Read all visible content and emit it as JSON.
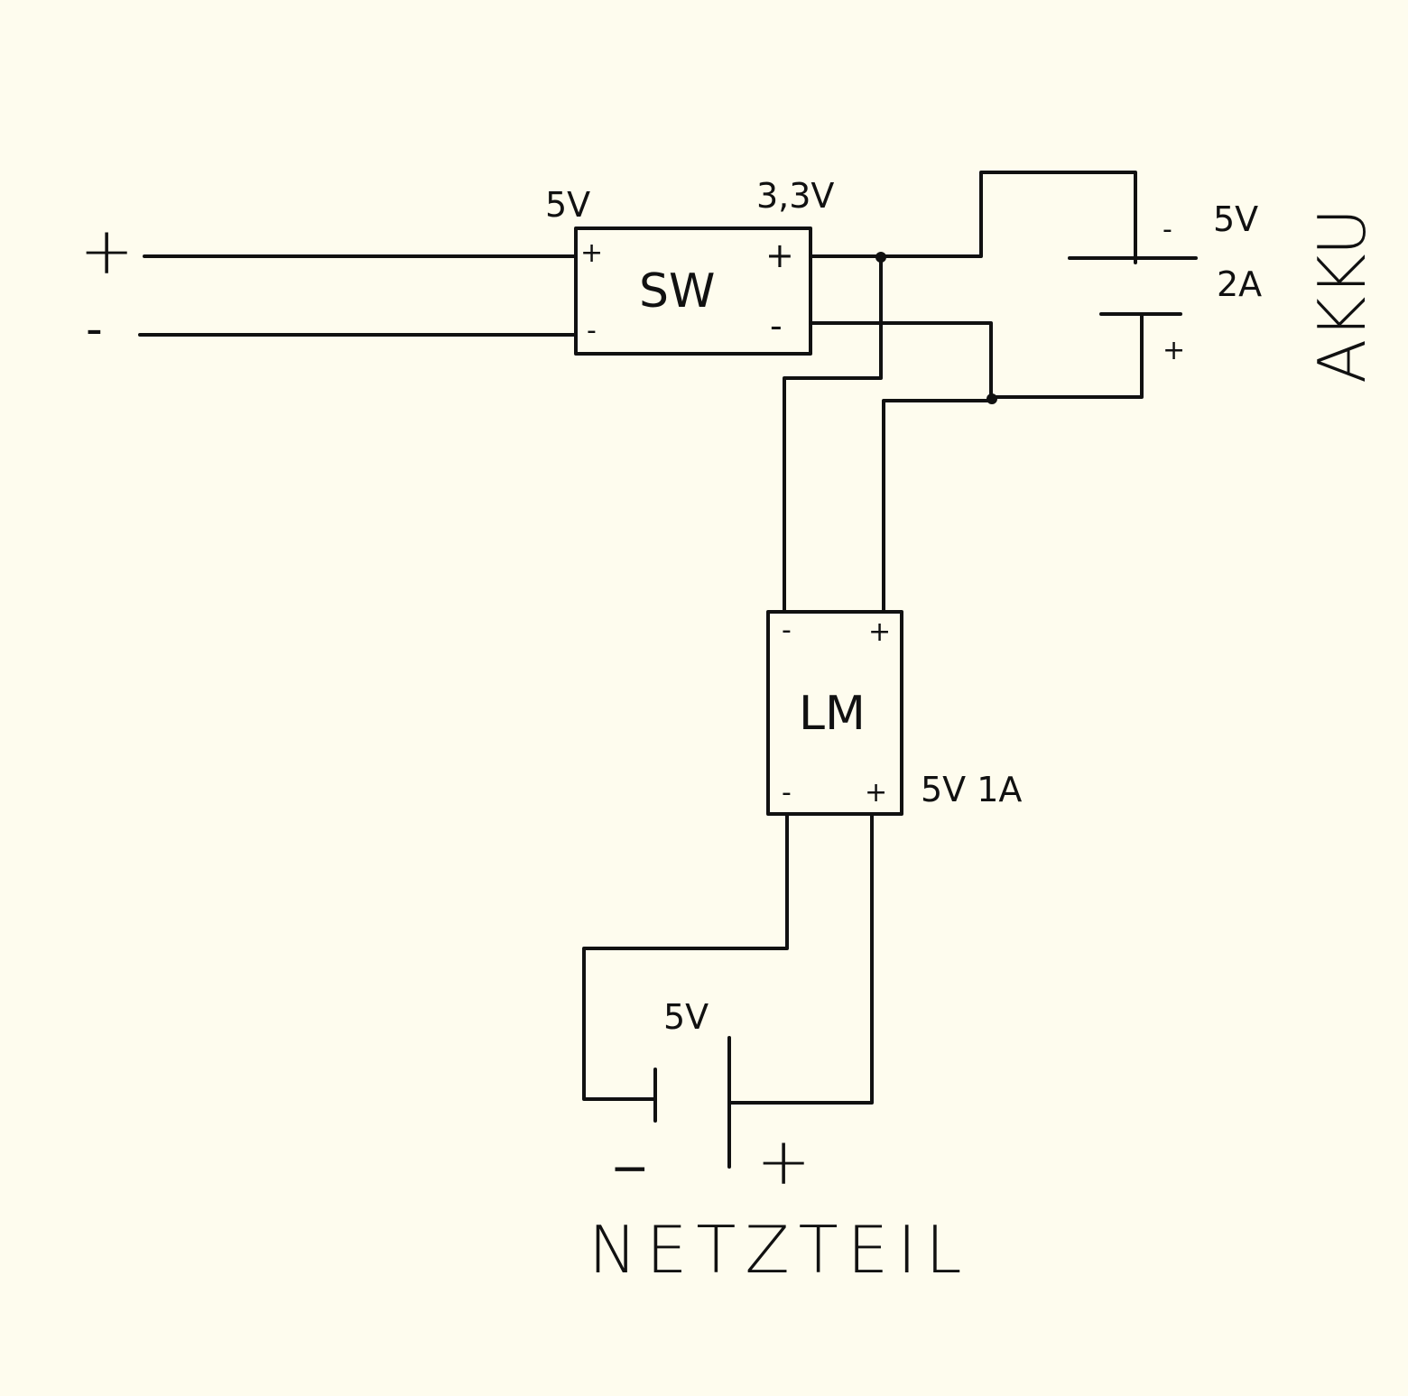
{
  "colors": {
    "background": "#fefcee",
    "ink": "#111111"
  },
  "input": {
    "plus": "+",
    "minus": "-"
  },
  "sw": {
    "name": "SW",
    "in_voltage": "5V",
    "out_voltage": "3,3V",
    "in_plus": "+",
    "in_minus": "-",
    "out_plus": "+",
    "out_minus": "-"
  },
  "akku": {
    "name": "AKKU",
    "voltage": "5V",
    "current": "2A",
    "minus": "-",
    "plus": "+"
  },
  "lm": {
    "name": "LM",
    "rating": "5V 1A",
    "top_minus": "-",
    "top_plus": "+",
    "bottom_minus": "-",
    "bottom_plus": "+"
  },
  "netzteil": {
    "name": "NETZTEIL",
    "voltage": "5V",
    "minus": "−",
    "plus": "+"
  }
}
